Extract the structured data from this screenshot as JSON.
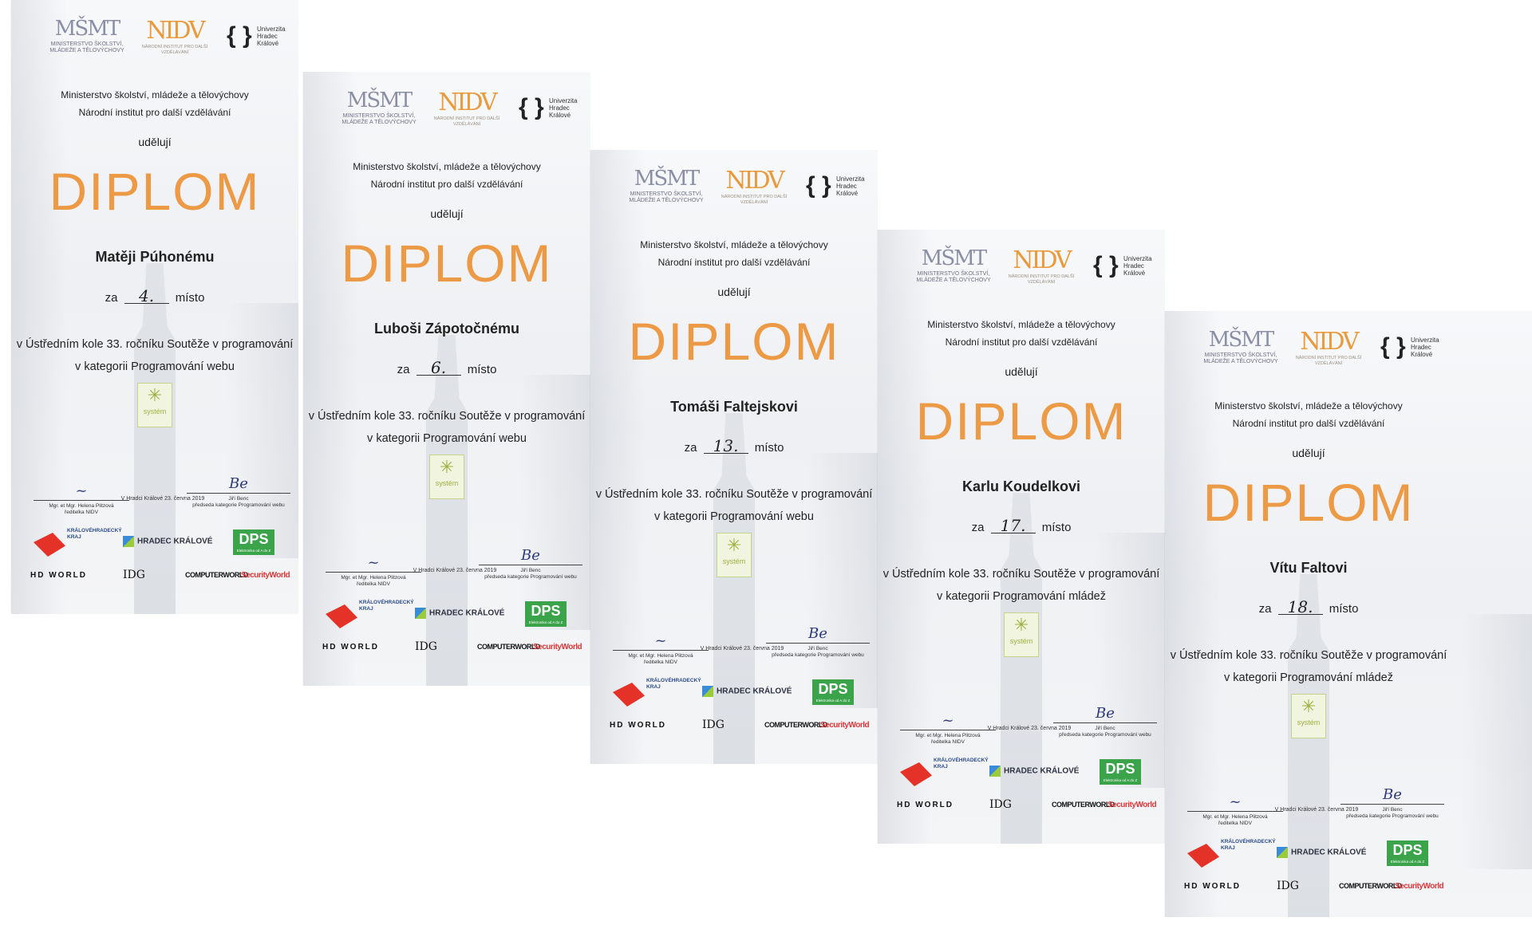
{
  "common": {
    "logo_msmt_mark": "MŠMT",
    "logo_msmt_text": "MINISTERSTVO ŠKOLSTVÍ, MLÁDEŽE A TĚLOVÝCHOVY",
    "logo_nidv_mark": "NIDV",
    "logo_nidv_text": "NÁRODNÍ INSTITUT PRO DALŠÍ VZDĚLÁVÁNÍ",
    "logo_uhk_text": "Univerzita Hradec Králové",
    "issuer_line1": "Ministerstvo školství, mládeže a tělovýchovy",
    "issuer_line2": "Národní institut pro další vzdělávání",
    "grant": "udělují",
    "title": "DIPLOM",
    "place_prefix": "za",
    "place_suffix": "místo",
    "context_prefix": "v Ústředním kole 33. ročníku Soutěže v programování",
    "system_logo_text": "systém",
    "signer_left_name": "Mgr. et Mgr. Helena Plitzová",
    "signer_left_role": "ředitelka NIDV",
    "place_date": "V Hradci Králové 23. června 2019",
    "signer_right_name": "Jiří Benc",
    "signer_right_role": "předseda kategorie Programování webu",
    "signer_right_role_mladez": "předseda kategorie Programování webu",
    "sponsor_kh": "KRÁLOVÉHRADECKÝ KRAJ",
    "sponsor_hk": "HRADEC KRÁLOVÉ",
    "sponsor_dps": "DPS",
    "sponsor_dps_sub": "Elektronika od A do Z",
    "sponsor_hdworld": "HD WORLD",
    "sponsor_idg": "IDG",
    "sponsor_cw": "COMPUTERWORLD",
    "sponsor_sw": "SecurityWorld"
  },
  "diplomas": [
    {
      "recipient": "Matěji Púhonému",
      "place": "4.",
      "category": "v kategorii Programování  webu"
    },
    {
      "recipient": "Luboši Zápotočnému",
      "place": "6.",
      "category": "v kategorii Programování  webu"
    },
    {
      "recipient": "Tomáši Faltejskovi",
      "place": "13.",
      "category": "v kategorii Programování  webu"
    },
    {
      "recipient": "Karlu Koudelkovi",
      "place": "17.",
      "category": "v kategorii Programování mládež"
    },
    {
      "recipient": "Vítu Faltovi",
      "place": "18.",
      "category": "v kategorii Programování mládež"
    }
  ]
}
